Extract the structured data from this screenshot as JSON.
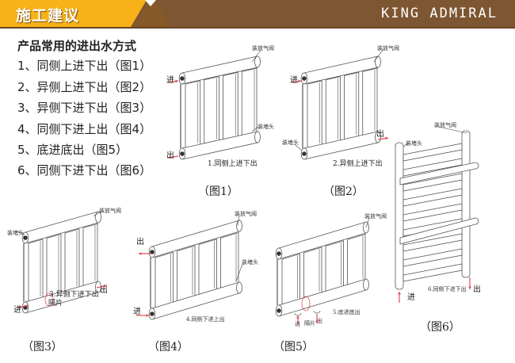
{
  "header": {
    "title": "施工建议",
    "brand": "KING ADMIRAL",
    "colors": {
      "yellow": "#F7B21A",
      "brown": "#7D5632"
    }
  },
  "list": {
    "title": "产品常用的进出水方式",
    "items": [
      "1、同侧上进下出（图1）",
      "2、异侧上进下出（图2）",
      "3、异侧下进下出（图3）",
      "4、同侧下进上出（图4）",
      "5、底进底出（图5）",
      "6、同侧下进下出（图6）"
    ]
  },
  "figures": [
    {
      "caption": "（图1）",
      "desc": "1.同侧上进下出",
      "vent": "装放气阀",
      "plug": "装堵头",
      "in": "进",
      "out": "出"
    },
    {
      "caption": "（图2）",
      "desc": "2.异侧上进下出",
      "vent": "装放气阀",
      "plug": "装堵头",
      "in": "进",
      "out": "出"
    },
    {
      "caption": "（图3）",
      "desc": "3.异侧下进下出",
      "vent": "装放气阀",
      "plug": "装堵头",
      "in": "进",
      "out": "出",
      "spacer": "隔片"
    },
    {
      "caption": "（图4）",
      "desc": "4.同侧下进上出",
      "vent": "装放气阀",
      "plug": "装堵头",
      "in": "进",
      "out": "出"
    },
    {
      "caption": "（图5）",
      "desc": "5.底进底出",
      "vent": "装放气阀",
      "spacer": "隔片",
      "in": "进",
      "out": "出"
    },
    {
      "caption": "（图6）",
      "desc": "6.同侧下进下出",
      "vent": "装放气阀",
      "plug": "装堵头",
      "in": "进",
      "out": "出"
    }
  ]
}
